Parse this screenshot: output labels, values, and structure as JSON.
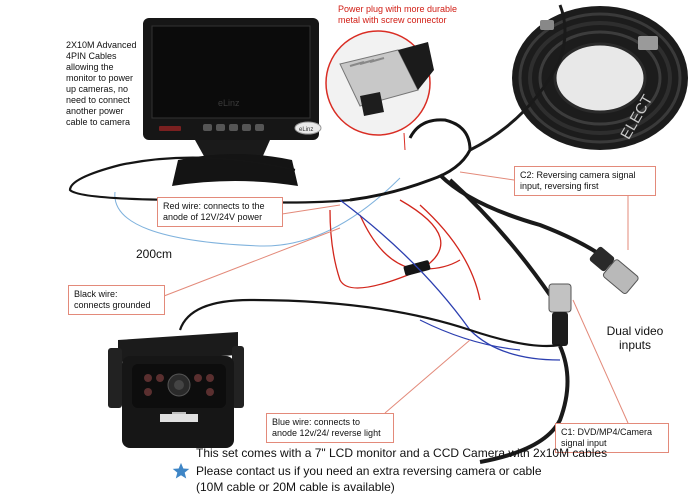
{
  "labels": {
    "cables_desc": "2X10M Advanced\n4PIN Cables\nallowing the\nmonitor to power\nup cameras, no\nneed to connect\nanother power\ncable to camera",
    "power_plug": "Power plug with more durable\nmetal with screw connector",
    "red_wire": "Red wire: connects to the\nanode of 12V/24V power",
    "length": "200cm",
    "black_wire": "Black wire:\nconnects grounded",
    "c2": "C2: Reversing camera signal\ninput, reversing first",
    "dual_video": "Dual video\ninputs",
    "blue_wire": "Blue wire: connects to\nanode 12v/24/ reverse light",
    "c1": "C1: DVD/MP4/Camera\nsignal input",
    "monitor_brand": "eLinz",
    "monitor_logo": "eLinz",
    "reel_watermark": "ELECT"
  },
  "footer": {
    "line1": "This set comes with a 7\" LCD monitor and a CCD Camera with 2x10M cables",
    "line2": "Please contact us if you need an extra reversing camera or cable",
    "line3": "(10M cable or 20M cable is available)"
  },
  "colors": {
    "callout_border": "#e38a7a",
    "red_text": "#d11d14",
    "star": "#3f86c6",
    "red_wire": "#d2261c",
    "blue_wire": "#2c3fb0",
    "measure_line": "#7fb2dd"
  },
  "icons": {
    "star": "star-icon"
  }
}
